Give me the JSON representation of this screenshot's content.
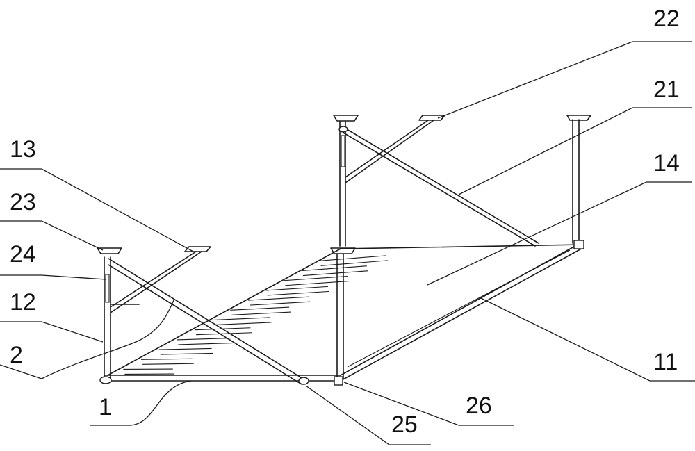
{
  "callouts": [
    {
      "id": "1",
      "text": "1"
    },
    {
      "id": "2",
      "text": "2"
    },
    {
      "id": "11",
      "text": "11"
    },
    {
      "id": "12",
      "text": "12"
    },
    {
      "id": "13",
      "text": "13"
    },
    {
      "id": "14",
      "text": "14"
    },
    {
      "id": "21",
      "text": "21"
    },
    {
      "id": "22",
      "text": "22"
    },
    {
      "id": "23",
      "text": "23"
    },
    {
      "id": "24",
      "text": "24"
    },
    {
      "id": "25",
      "text": "25"
    },
    {
      "id": "26",
      "text": "26"
    }
  ],
  "colors": {
    "line": "#1a1a1a",
    "background": "#ffffff"
  }
}
